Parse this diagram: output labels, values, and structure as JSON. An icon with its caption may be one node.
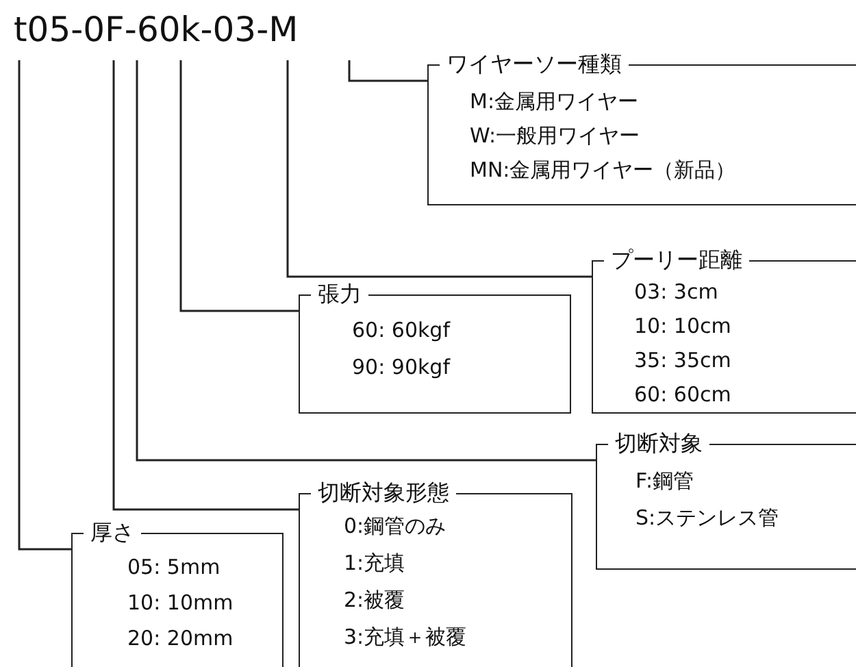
{
  "diagram": {
    "nodes": [
      {
        "text": [
          "t05-0F-60k-03-M"
        ]
      },
      {
        "text": [
          "ワイヤーソー種類",
          "M:金属用ワイヤー",
          "W:一般用ワイヤー",
          "MN:金属用ワイヤー（新品）"
        ]
      },
      {
        "text": [
          "プーリー距離",
          "03: 3cm",
          "10: 10cm",
          "35: 35cm",
          "60: 60cm"
        ]
      },
      {
        "text": [
          "張力",
          "60: 60kgf",
          "90: 90kgf"
        ]
      },
      {
        "text": [
          "切断対象",
          "F:鋼管",
          "S:ステンレス管"
        ]
      },
      {
        "text": [
          "切断対象形態",
          "0:鋼管のみ",
          "1:充填",
          "2:被覆",
          "3:充填＋被覆"
        ]
      },
      {
        "text": [
          "厚さ",
          "05: 5mm",
          "10: 10mm",
          "20: 20mm"
        ]
      }
    ],
    "edges": [
      {
        "from": 0,
        "to": 1,
        "arrow": "none"
      },
      {
        "from": 0,
        "to": 2,
        "arrow": "none"
      },
      {
        "from": 0,
        "to": 3,
        "arrow": "none"
      },
      {
        "from": 0,
        "to": 4,
        "arrow": "none"
      },
      {
        "from": 0,
        "to": 5,
        "arrow": "none"
      },
      {
        "from": 0,
        "to": 6,
        "arrow": "none"
      }
    ]
  }
}
